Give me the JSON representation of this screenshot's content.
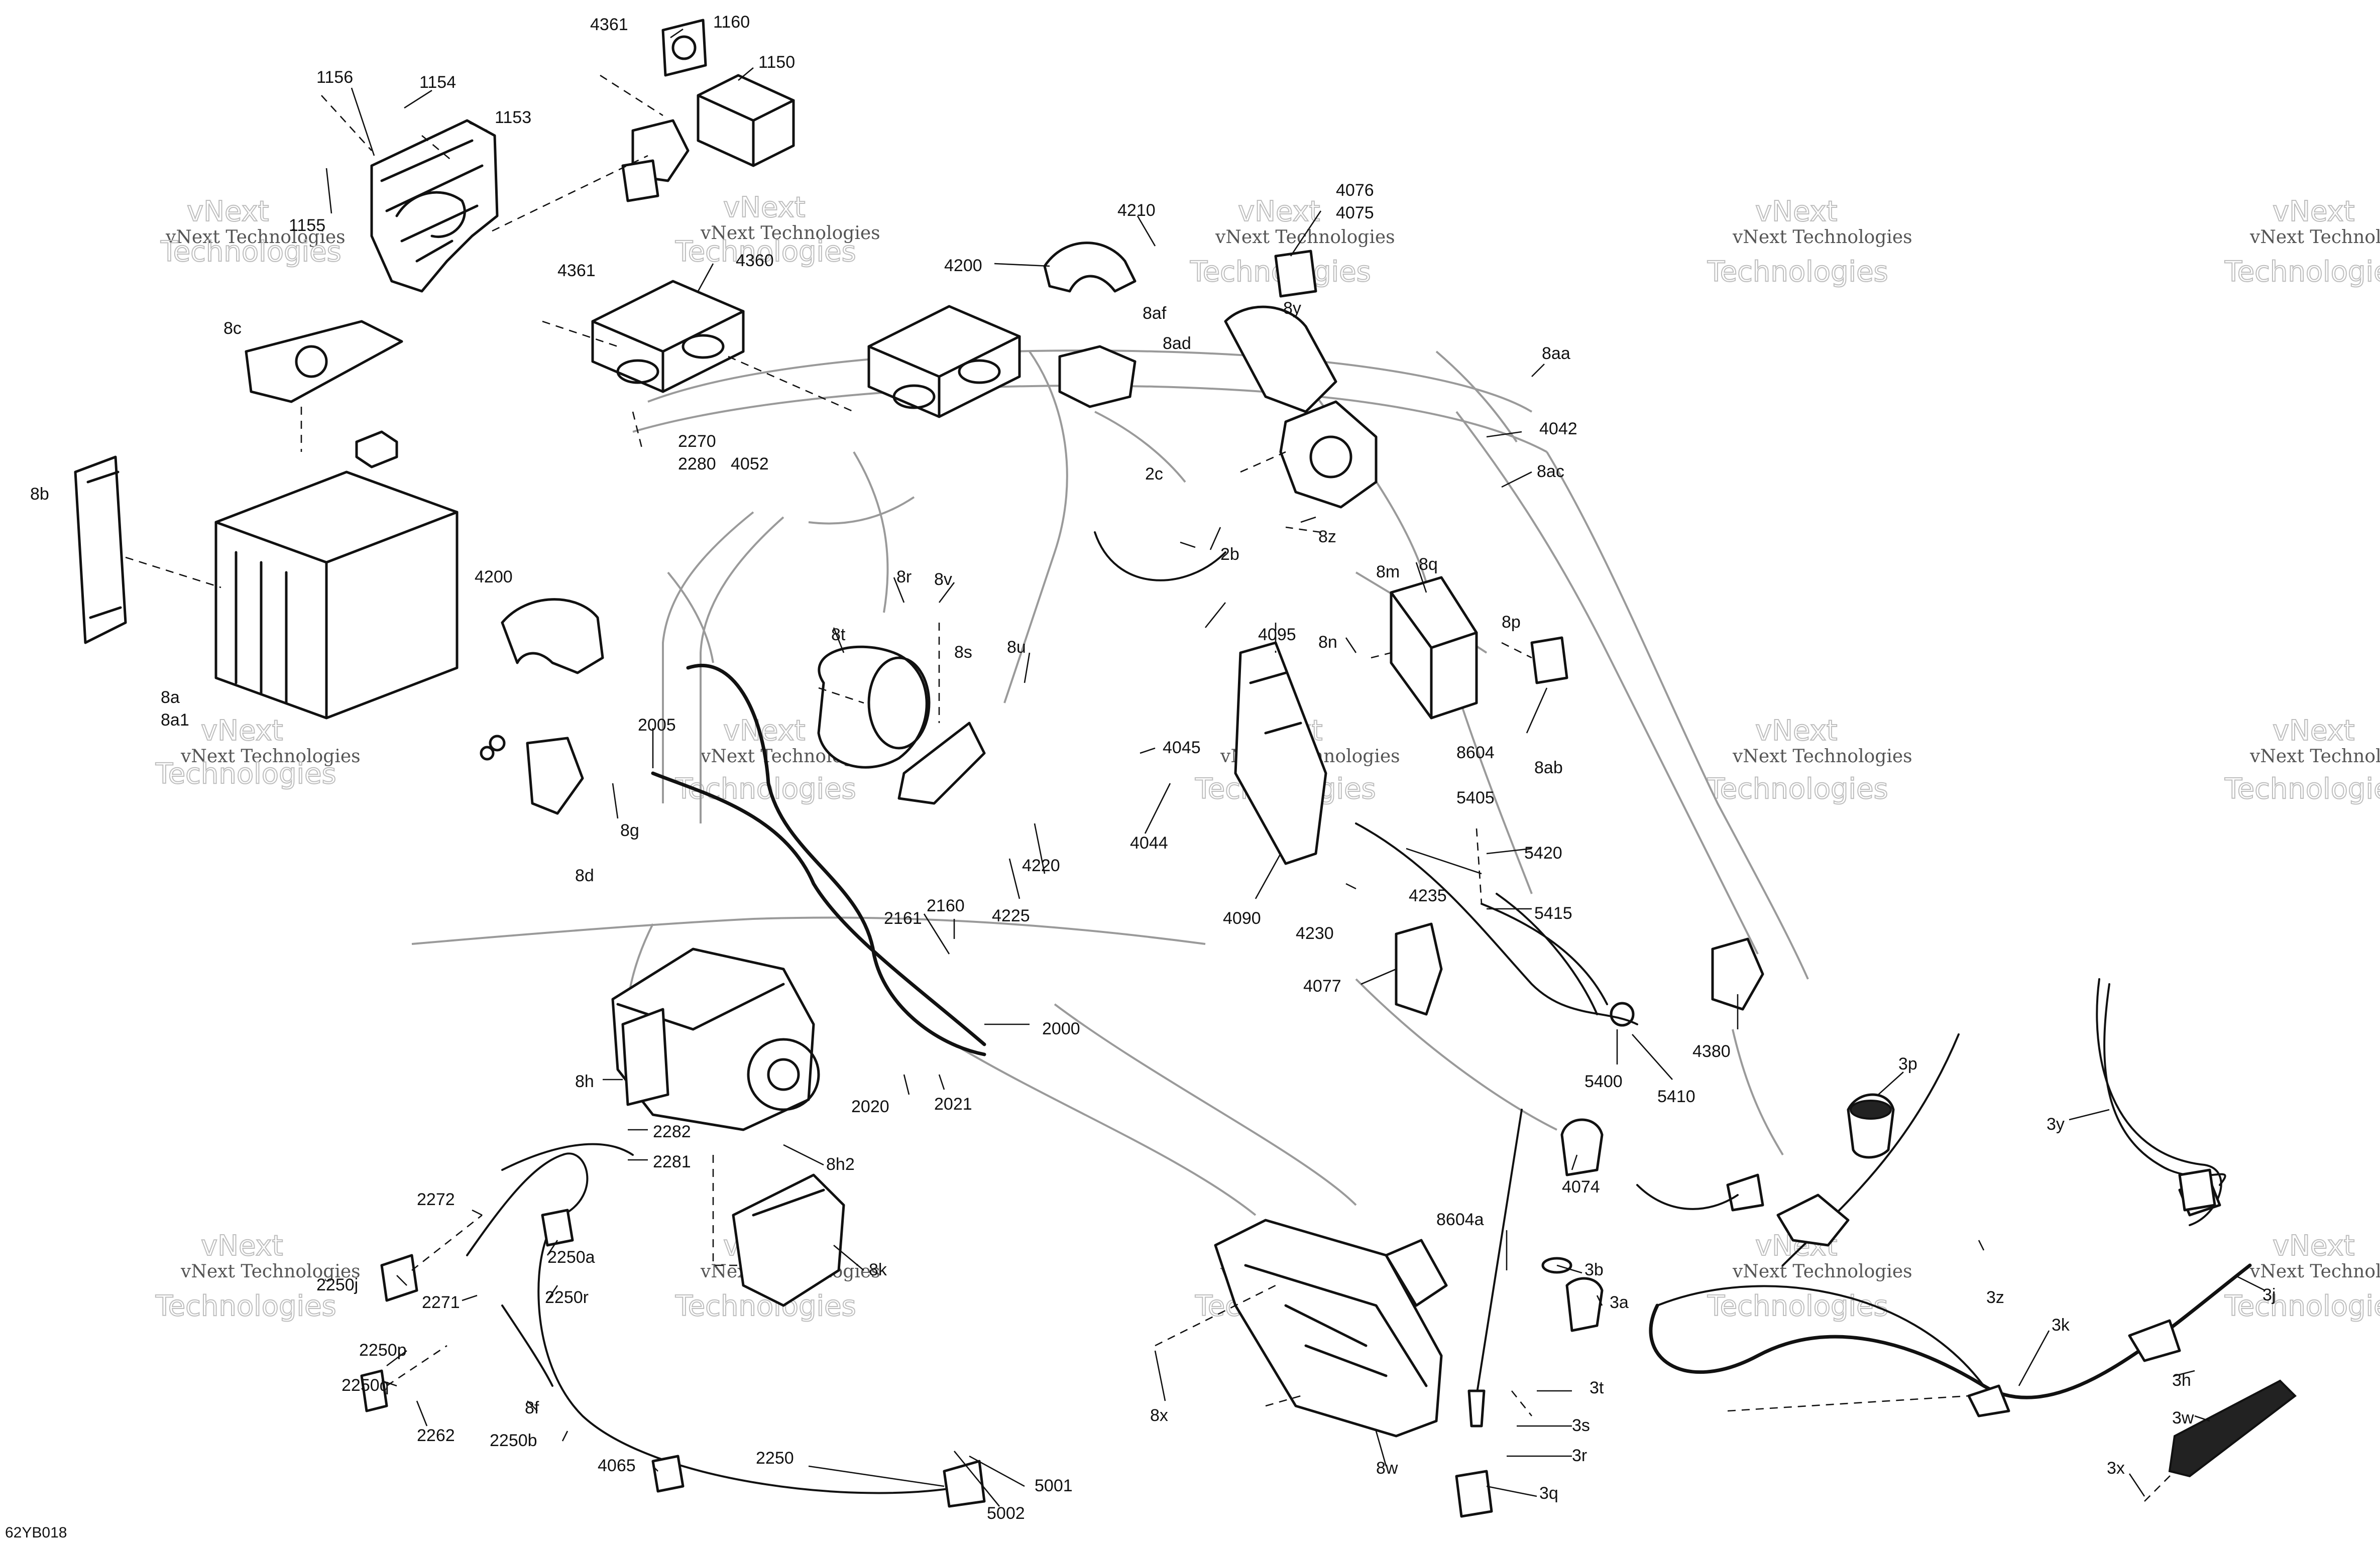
{
  "diagram": {
    "code": "62YB018",
    "watermark": [
      "vNext Technologies",
      "vNext",
      "Technologies"
    ]
  },
  "labels": [
    "4361",
    "1160",
    "1150",
    "1156",
    "1154",
    "1153",
    "1155",
    "4361",
    "4360",
    "4210",
    "4200",
    "8af",
    "8ad",
    "4076",
    "4075",
    "8y",
    "8aa",
    "4042",
    "8ac",
    "8c",
    "8b",
    "2270",
    "2280",
    "4052",
    "2c",
    "2b",
    "8z",
    "8a",
    "8a1",
    "4200",
    "8r",
    "8v",
    "8t",
    "8s",
    "8u",
    "8m",
    "8q",
    "8p",
    "4095",
    "8n",
    "2005",
    "8g",
    "8d",
    "4045",
    "4044",
    "4220",
    "4225",
    "8604",
    "8ab",
    "5405",
    "5420",
    "4235",
    "5415",
    "4090",
    "4230",
    "2161",
    "2160",
    "4077",
    "2000",
    "8h",
    "2020",
    "2021",
    "4380",
    "5400",
    "5410",
    "2282",
    "2281",
    "8h2",
    "3p",
    "3y",
    "4074",
    "2272",
    "2250a",
    "8k",
    "2250j",
    "2271",
    "2250r",
    "8604a",
    "3b",
    "3a",
    "3z",
    "3j",
    "2250p",
    "2250q",
    "2262",
    "8f",
    "2250b",
    "4065",
    "2250",
    "5001",
    "5002",
    "8x",
    "3k",
    "3h",
    "3t",
    "3w",
    "3s",
    "3r",
    "8w",
    "3x",
    "3q"
  ]
}
